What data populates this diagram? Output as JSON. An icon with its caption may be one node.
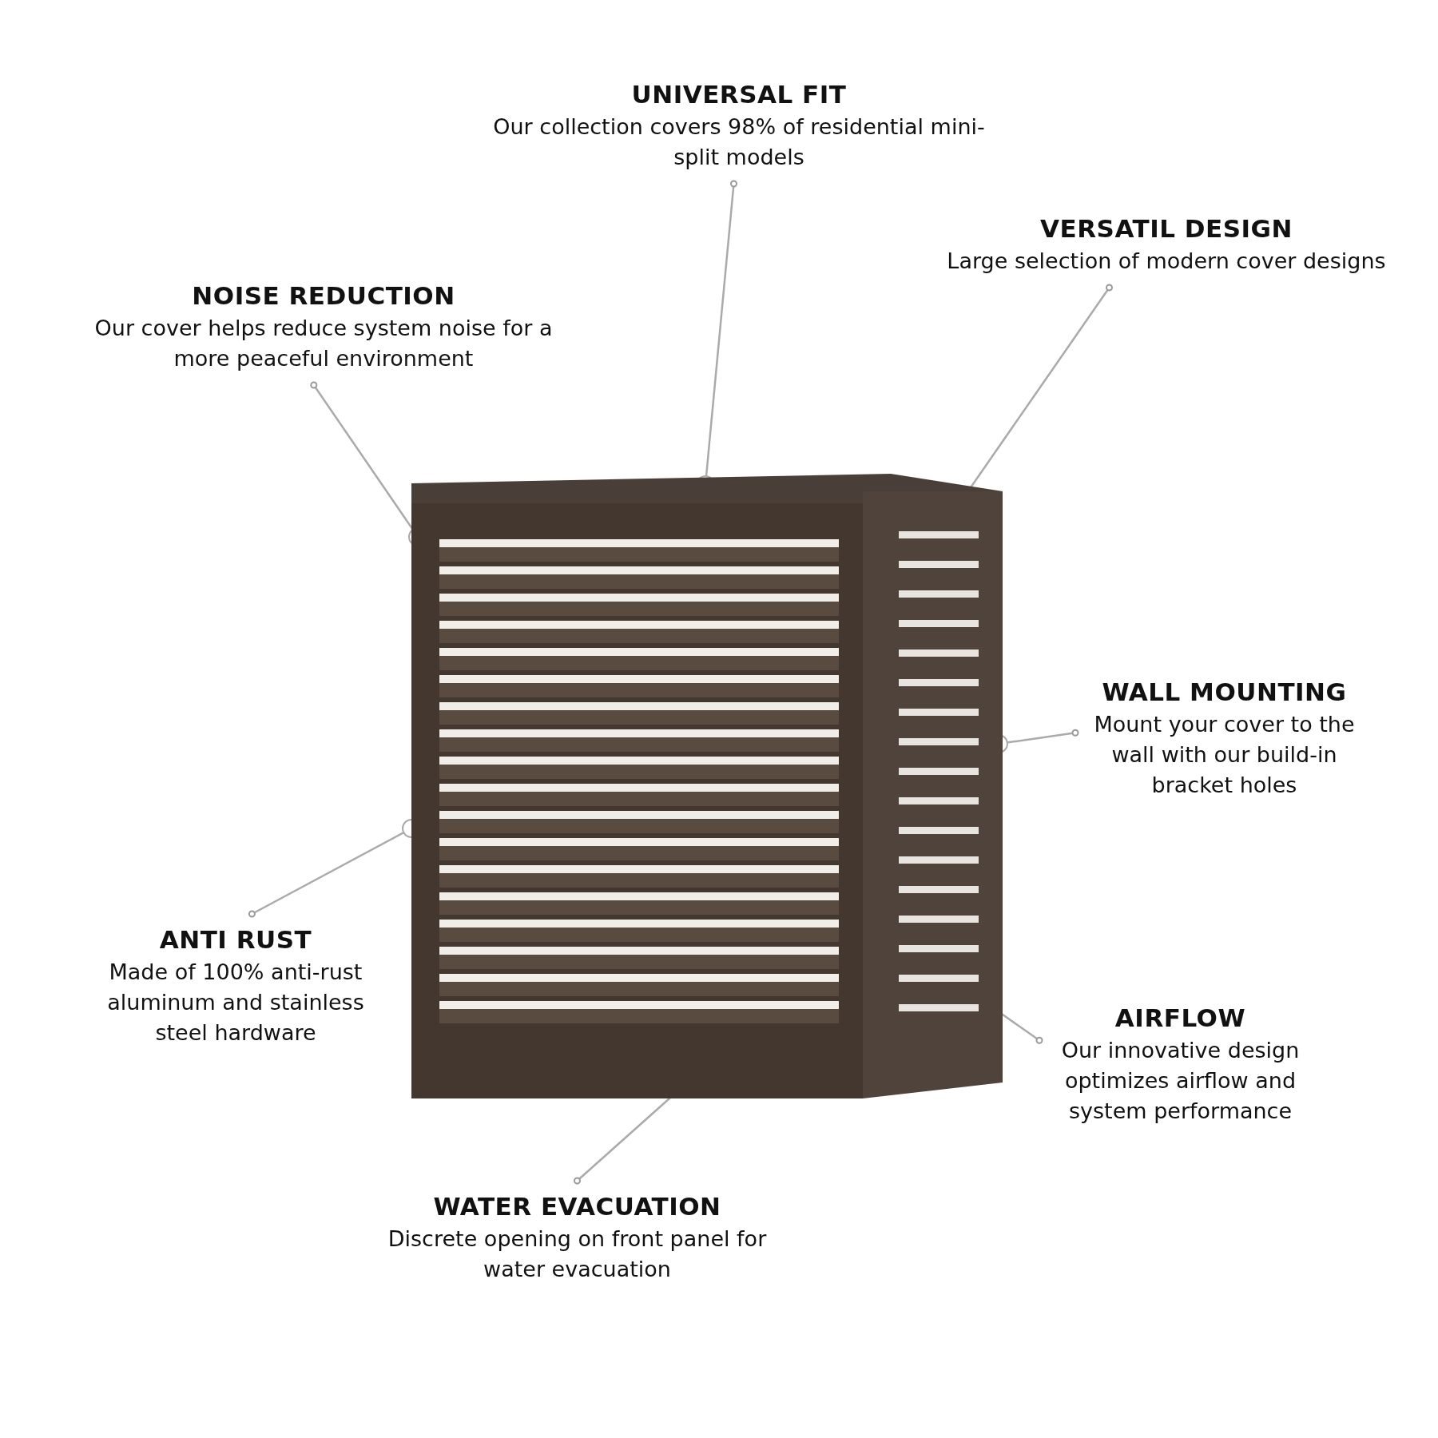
{
  "diagram": {
    "nodes": [
      {
        "text": [
          "UNIVERSAL FIT",
          "Our collection covers 98% of residential mini-split models"
        ]
      },
      {
        "text": [
          "VERSATIL DESIGN",
          "Large selection of modern cover designs"
        ]
      },
      {
        "text": [
          "NOISE REDUCTION",
          "Our cover helps reduce system noise for a more peaceful environment"
        ]
      },
      {
        "text": [
          "WALL MOUNTING",
          "Mount your cover to the wall with our build-in bracket holes"
        ]
      },
      {
        "text": [
          "ANTI RUST",
          "Made of 100% anti-rust aluminum and stainless steel hardware"
        ]
      },
      {
        "text": [
          "AIRFLOW",
          "Our innovative design optimizes airflow and system performance"
        ]
      },
      {
        "text": [
          "WATER EVACUATION",
          "Discrete opening on front panel for water evacuation"
        ]
      },
      {
        "text": [],
        "shape": "picture"
      }
    ],
    "edges": [
      {
        "from": 0,
        "to": 7,
        "arrow": "other"
      },
      {
        "from": 1,
        "to": 7,
        "arrow": "other"
      },
      {
        "from": 2,
        "to": 7,
        "arrow": "other"
      },
      {
        "from": 3,
        "to": 7,
        "arrow": "other"
      },
      {
        "from": 4,
        "to": 7,
        "arrow": "other"
      },
      {
        "from": 5,
        "to": 7,
        "arrow": "other"
      },
      {
        "from": 6,
        "to": 7,
        "arrow": "other"
      }
    ]
  }
}
